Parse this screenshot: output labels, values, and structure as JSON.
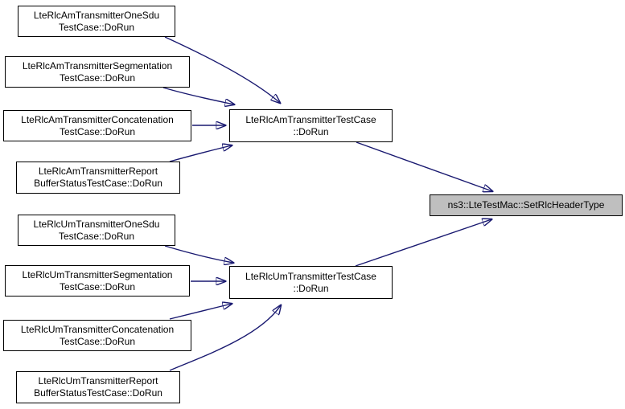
{
  "diagram": {
    "type": "doxygen-call-graph",
    "target_function": "ns3::LteTestMac::SetRlcHeaderType"
  },
  "nodes": {
    "am_one_sdu": {
      "label": "LteRlcAmTransmitterOneSdu\nTestCase::DoRun"
    },
    "am_segmentation": {
      "label": "LteRlcAmTransmitterSegmentation\nTestCase::DoRun"
    },
    "am_concatenation": {
      "label": "LteRlcAmTransmitterConcatenation\nTestCase::DoRun"
    },
    "am_report_buffer": {
      "label": "LteRlcAmTransmitterReport\nBufferStatusTestCase::DoRun"
    },
    "um_one_sdu": {
      "label": "LteRlcUmTransmitterOneSdu\nTestCase::DoRun"
    },
    "um_segmentation": {
      "label": "LteRlcUmTransmitterSegmentation\nTestCase::DoRun"
    },
    "um_concatenation": {
      "label": "LteRlcUmTransmitterConcatenation\nTestCase::DoRun"
    },
    "um_report_buffer": {
      "label": "LteRlcUmTransmitterReport\nBufferStatusTestCase::DoRun"
    },
    "am_test_case": {
      "label": "LteRlcAmTransmitterTestCase\n::DoRun"
    },
    "um_test_case": {
      "label": "LteRlcUmTransmitterTestCase\n::DoRun"
    },
    "target": {
      "label": "ns3::LteTestMac::SetRlcHeaderType"
    }
  },
  "edges": [
    {
      "from": "am_one_sdu",
      "to": "am_test_case"
    },
    {
      "from": "am_segmentation",
      "to": "am_test_case"
    },
    {
      "from": "am_concatenation",
      "to": "am_test_case"
    },
    {
      "from": "am_report_buffer",
      "to": "am_test_case"
    },
    {
      "from": "um_one_sdu",
      "to": "um_test_case"
    },
    {
      "from": "um_segmentation",
      "to": "um_test_case"
    },
    {
      "from": "um_concatenation",
      "to": "um_test_case"
    },
    {
      "from": "um_report_buffer",
      "to": "um_test_case"
    },
    {
      "from": "am_test_case",
      "to": "target"
    },
    {
      "from": "um_test_case",
      "to": "target"
    }
  ],
  "colors": {
    "edge": "#191970",
    "node_border": "#000000",
    "node_fill": "#ffffff",
    "target_fill": "#bfbfbf",
    "text": "#000000",
    "background": "#ffffff"
  }
}
